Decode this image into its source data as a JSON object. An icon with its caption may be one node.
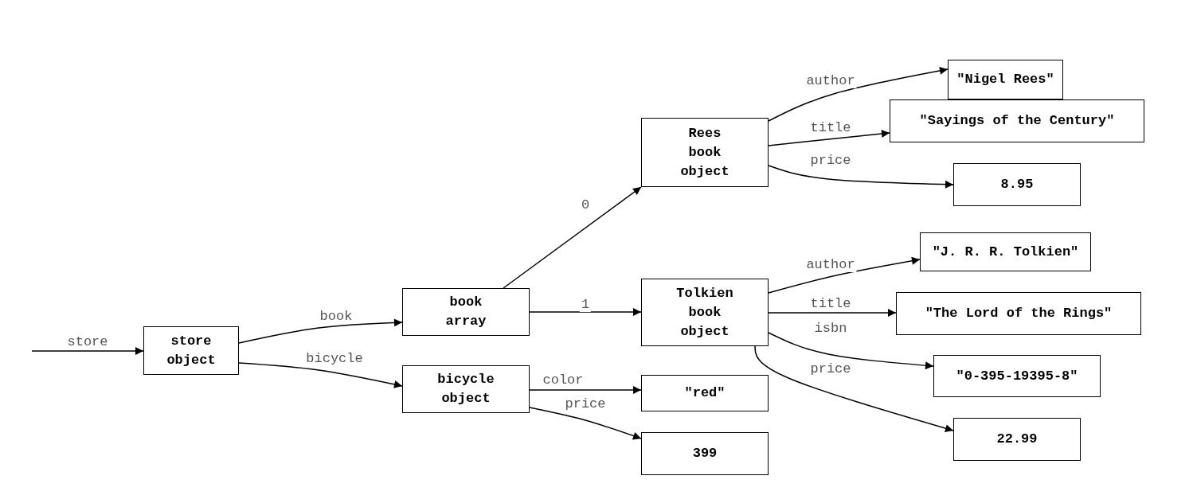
{
  "diagram": {
    "nodes": [
      {
        "text": [
          "store object"
        ]
      },
      {
        "text": [
          "book array"
        ]
      },
      {
        "text": [
          "bicycle object"
        ]
      },
      {
        "text": [
          "Rees book object"
        ]
      },
      {
        "text": [
          "Tolkien book object"
        ]
      },
      {
        "text": [
          "\"red\""
        ]
      },
      {
        "text": [
          "399"
        ]
      },
      {
        "text": [
          "\"Nigel Rees\""
        ]
      },
      {
        "text": [
          "\"Sayings of the Century\""
        ]
      },
      {
        "text": [
          "8.95"
        ]
      },
      {
        "text": [
          "\"J. R. R. Tolkien\""
        ]
      },
      {
        "text": [
          "\"The Lord of the Rings\""
        ]
      },
      {
        "text": [
          "\"0-395-19395-8\""
        ]
      },
      {
        "text": [
          "22.99"
        ]
      }
    ],
    "edges": [
      {
        "from": null,
        "to": 0,
        "arrow": "to",
        "label": "store"
      },
      {
        "from": 0,
        "to": 1,
        "arrow": "to",
        "label": "book"
      },
      {
        "from": 0,
        "to": 2,
        "arrow": "to",
        "label": "bicycle"
      },
      {
        "from": 1,
        "to": 3,
        "arrow": "to",
        "label": "0"
      },
      {
        "from": 1,
        "to": 4,
        "arrow": "to",
        "label": "1"
      },
      {
        "from": 2,
        "to": 5,
        "arrow": "to",
        "label": "color"
      },
      {
        "from": 2,
        "to": 6,
        "arrow": "to",
        "label": "price"
      },
      {
        "from": 3,
        "to": 7,
        "arrow": "to",
        "label": "author"
      },
      {
        "from": 3,
        "to": 8,
        "arrow": "to",
        "label": "title"
      },
      {
        "from": 3,
        "to": 9,
        "arrow": "to",
        "label": "price"
      },
      {
        "from": 4,
        "to": 10,
        "arrow": "to",
        "label": "author"
      },
      {
        "from": 4,
        "to": 11,
        "arrow": "to",
        "label": "title"
      },
      {
        "from": 4,
        "to": 12,
        "arrow": "to",
        "label": "isbn"
      },
      {
        "from": 4,
        "to": 13,
        "arrow": "to",
        "label": "price"
      }
    ]
  }
}
